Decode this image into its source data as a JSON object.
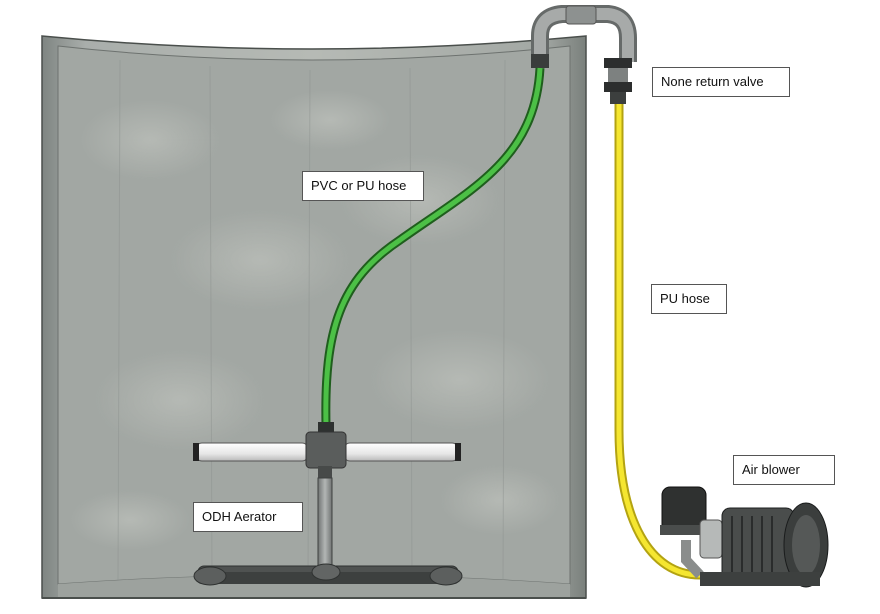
{
  "labels": {
    "valve": "None return valve",
    "pvc_hose": "PVC or PU hose",
    "pu_hose": "PU hose",
    "air_blower": "Air blower",
    "aerator": "ODH Aerator"
  },
  "colors": {
    "tank": "#9ea3a0",
    "green_hose": "#3fae3a",
    "yellow_hose": "#f2e22a",
    "pipe": "#8e9190",
    "blower": "#4a4d4c",
    "aerator_pipe": "#5a5d5c",
    "diffuser": "#f2f2f2"
  }
}
